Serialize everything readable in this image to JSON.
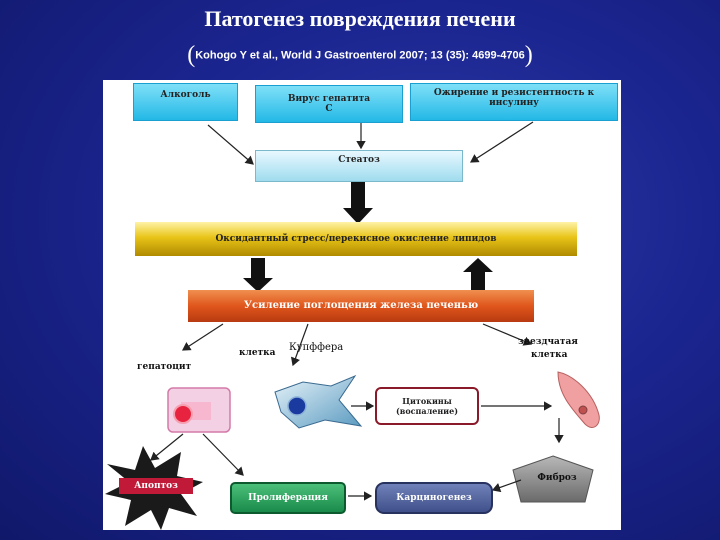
{
  "title": "Патогенез повреждения печени",
  "citation": "Kohogo Y et al., World J Gastroenterol 2007; 13 (35): 4699-4706",
  "causes": {
    "alcohol": "Алкоголь",
    "virus": "Вирус гепатита С",
    "obesity": "Ожирение и резистентность к инсулину"
  },
  "steatosis": "Стеатоз",
  "oxidative_stress": "Оксидантный стресс/перекисное окисление липидов",
  "iron_uptake": "Усиление поглощения железа печенью",
  "cells": {
    "hepatocyte": "гепатоцит",
    "kupffer_part1": "клетка",
    "kupffer_part2": "Купффера",
    "stellate_part1": "звездчатая",
    "stellate_part2": "клетка"
  },
  "cytokines": "Цитокины (воспаление)",
  "outcomes": {
    "apoptosis": "Апоптоз",
    "proliferation": "Пролиферация",
    "carcinogenesis": "Карциногенез",
    "fibrosis": "Фиброз"
  },
  "colors": {
    "background": "#1b2590",
    "cause_box": "#23b8e6",
    "oxidative_bar": "#e8c418",
    "iron_bar": "#e0561c",
    "apoptosis": "#c01a38",
    "proliferation": "#1a8a4a",
    "carcinogenesis": "#40508a",
    "fibrosis": "#707070",
    "cytokines_border": "#8a1a2a"
  }
}
